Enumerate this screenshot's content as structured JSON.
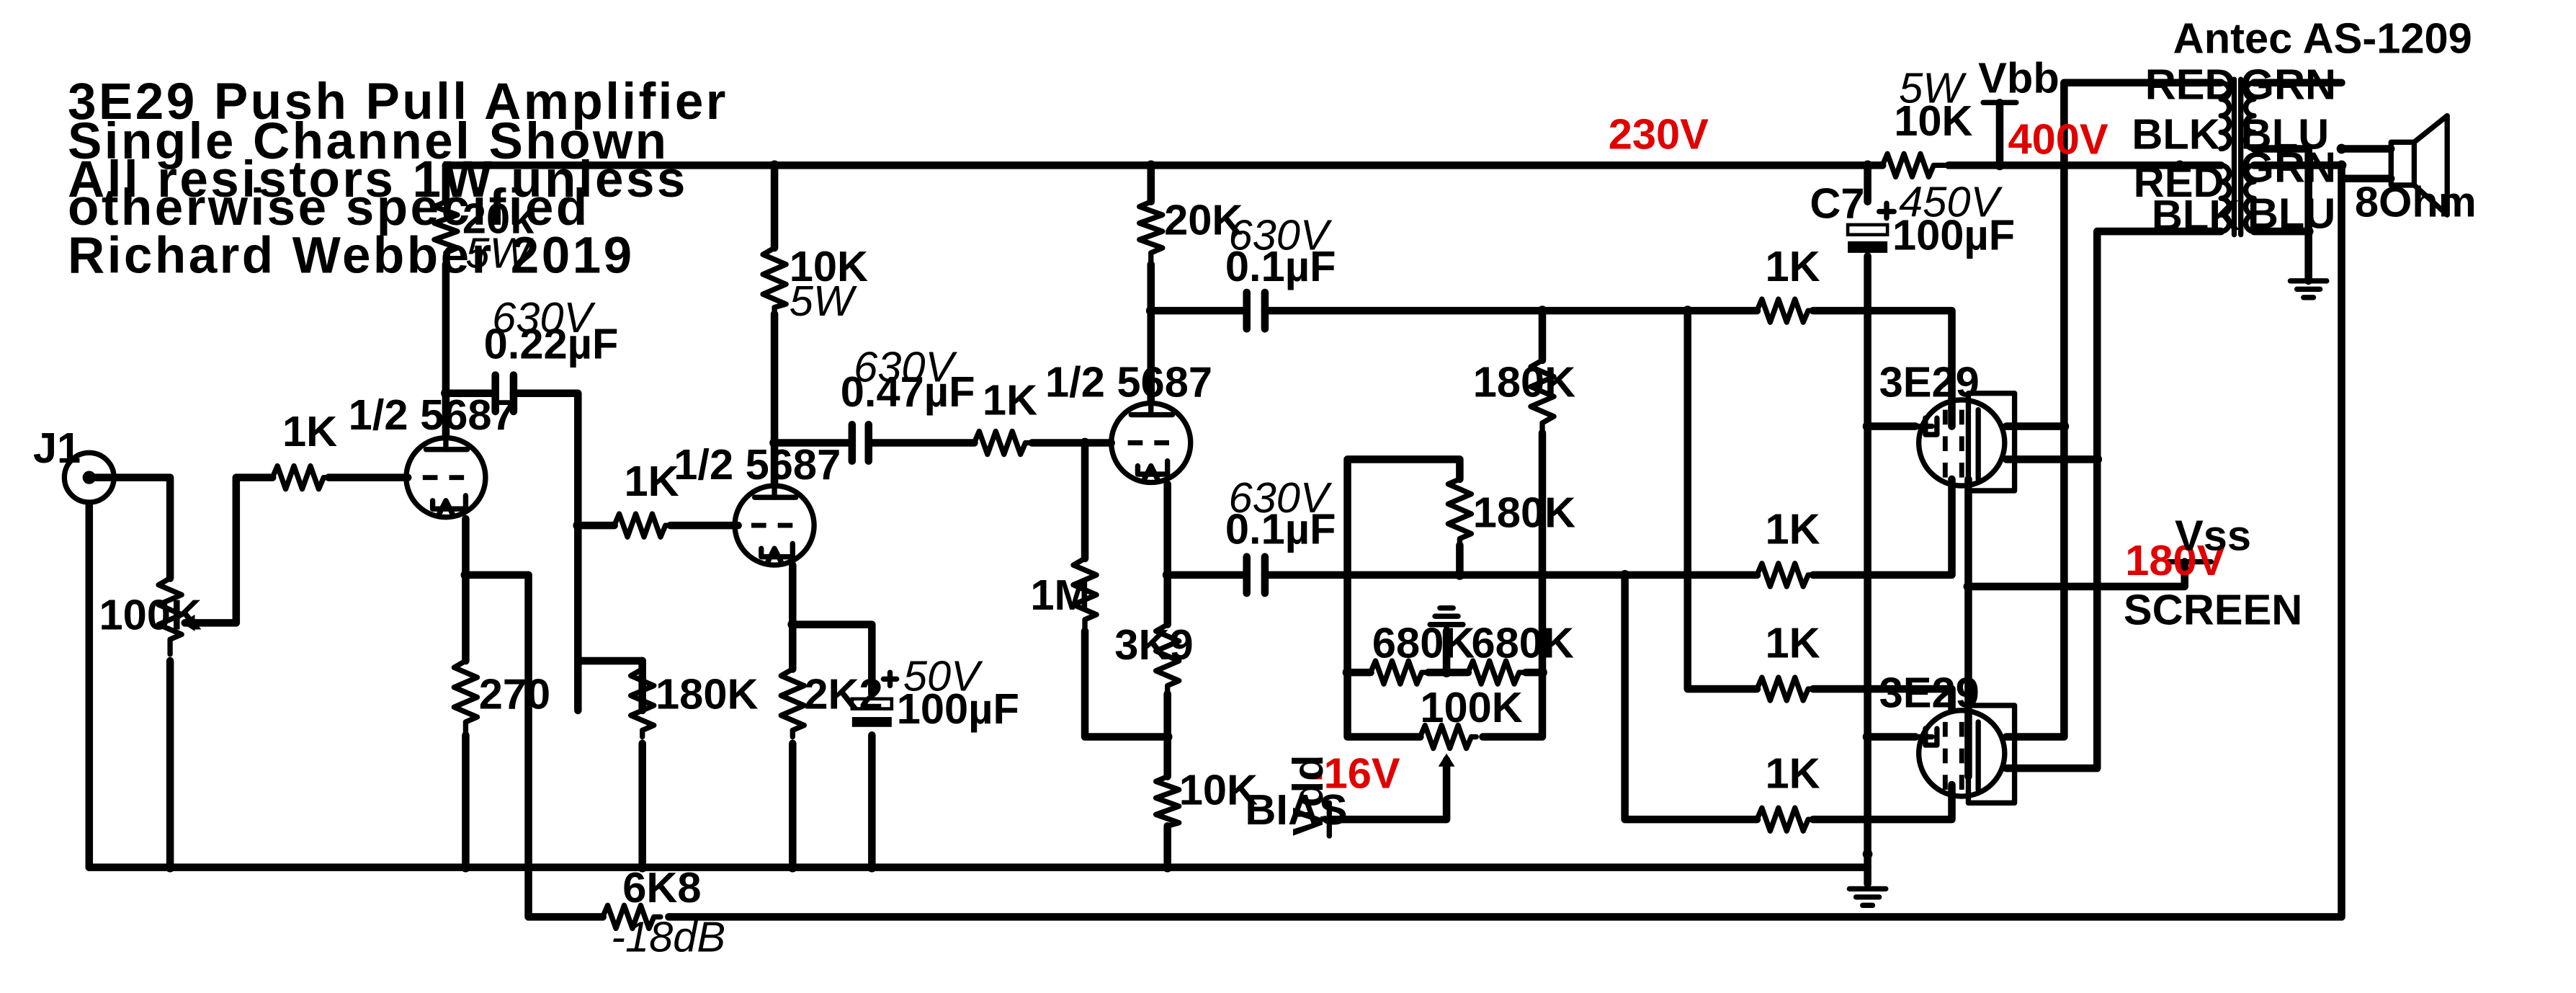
{
  "notes": {
    "title": "3E29 Push Pull Amplifier",
    "channel": "Single Channel Shown",
    "resistors_line1": "All resistors 1W unless",
    "resistors_line2": "otherwise specified",
    "author": "Richard Webber 2019"
  },
  "input": {
    "jack": "J1",
    "r_in": "1K",
    "volume": "100K"
  },
  "stage1": {
    "tube": "1/2 5687",
    "plate_r": "20k",
    "plate_r_rating": "5W",
    "cathode_r": "270",
    "coupling_cap_voltage": "630V",
    "coupling_cap": "0.22µF"
  },
  "stage2": {
    "grid_stopper": "1K",
    "grid_leak": "180K",
    "tube": "1/2 5687",
    "plate_r": "10K",
    "plate_r_rating": "5W",
    "cathode_r": "2K2",
    "bypass_voltage": "50V",
    "bypass_cap": "100µF",
    "coupling_cap_voltage": "630V",
    "coupling_cap": "0.47µF"
  },
  "phase_splitter": {
    "grid_stopper": "1K",
    "tube": "1/2 5687",
    "plate_r": "20K",
    "grid_r": "1M",
    "cathode_r": "3K9",
    "tail_r": "10K"
  },
  "coupling_caps": [
    {
      "voltage": "630V",
      "value": "0.1µF"
    },
    {
      "voltage": "630V",
      "value": "0.1µF"
    }
  ],
  "bias": {
    "upper_leak": "180K",
    "lower_leak": "180K",
    "divider_left": "680K",
    "divider_right": "680K",
    "pot": "100K",
    "voltage": "-16V",
    "label": "BIAS",
    "rail": "Vdd"
  },
  "output_stage": {
    "grid_stoppers": [
      "1K",
      "1K",
      "1K",
      "1K"
    ],
    "tube_upper": "3E29",
    "tube_lower": "3E29"
  },
  "supply": {
    "rail_voltage": "230V",
    "dropping_r": "10K",
    "dropping_r_rating": "5W",
    "vbb": "Vbb",
    "b_plus": "400V",
    "filter_cap_name": "C7",
    "filter_cap_voltage": "450V",
    "filter_cap": "100µF",
    "screen_voltage": "180V",
    "vss": "Vss",
    "screen_label": "SCREEN"
  },
  "transformer": {
    "model": "Antec AS-1209",
    "primary": [
      "RED",
      "BLK",
      "RED",
      "BLK"
    ],
    "secondary": [
      "GRN",
      "BLU",
      "GRN",
      "BLU"
    ]
  },
  "speaker": {
    "impedance": "8Ohm"
  },
  "feedback": {
    "resistor": "6K8",
    "gain": "-18dB"
  }
}
